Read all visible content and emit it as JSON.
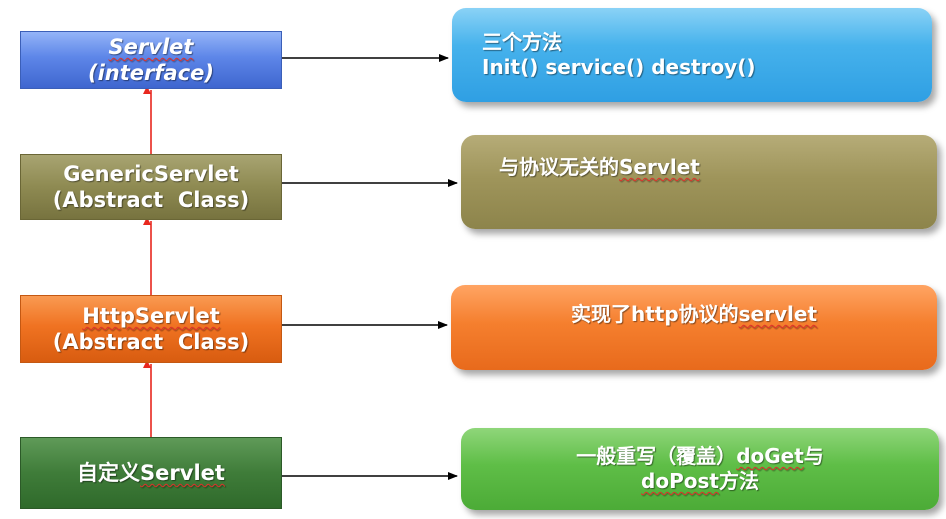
{
  "left_boxes": {
    "servlet": {
      "line1": "Servlet",
      "line2": "(interface)"
    },
    "generic": {
      "line1": "GenericServlet",
      "line2": "(Abstract  Class)"
    },
    "http": {
      "line1": "HttpServlet",
      "line2": "(Abstract  Class)"
    },
    "custom": {
      "prefix": "自定义",
      "name": "Servlet"
    }
  },
  "right_boxes": {
    "servlet_desc": {
      "line1": "三个方法",
      "line2": "Init() service() destroy()"
    },
    "generic_desc": {
      "prefix": "与协议无关的",
      "name": "Servlet"
    },
    "http_desc": {
      "prefix": "实现了http协议的",
      "name": "servlet"
    },
    "custom_desc": {
      "part1": "一般重写（覆盖）",
      "doget": "doGet",
      "part2": "与",
      "dopost": "doPost",
      "part3": "方法"
    }
  },
  "colors": {
    "blue": "#5d86e8",
    "olive": "#8e8a52",
    "orange": "#f07322",
    "green": "#3f7c39",
    "inherit_arrow": "#e8271e",
    "assoc_arrow": "#000000"
  }
}
